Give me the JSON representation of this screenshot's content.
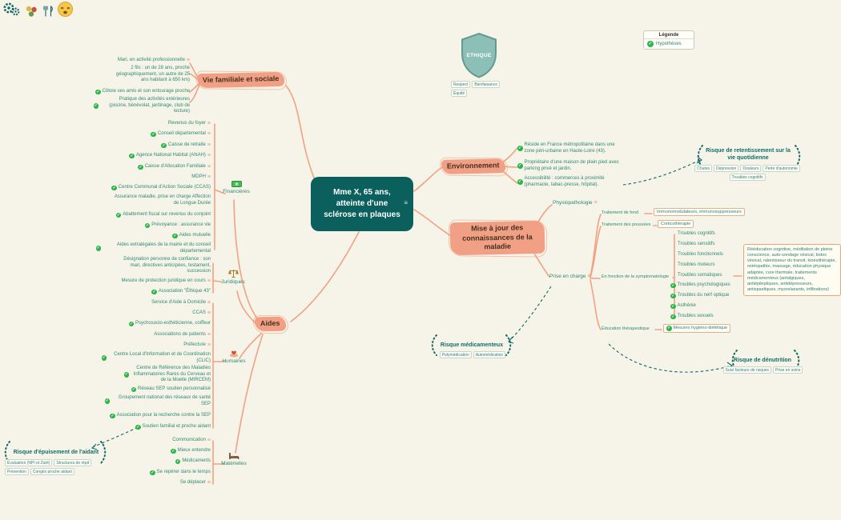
{
  "icons": {
    "check": "✓",
    "notes": "≡"
  },
  "legend": {
    "title": "Légende",
    "item": "Hypothèses"
  },
  "ethique": {
    "title": "ETHIQUE",
    "tags": [
      "Respect",
      "Bienfaisance",
      "Équité"
    ]
  },
  "central": {
    "title": "Mme X, 65 ans,\natteinte d'une\nsclérose en plaques"
  },
  "vie_familiale": {
    "label": "Vie familiale et sociale",
    "items": [
      "Mari, en activité professionnelle",
      "2 fils : un de 28 ans, proche géographiquement, un autre de 25 ans habitant à 650 km)",
      "Côtoie ses amis et son entourage proche",
      "Pratique des activités extérieures (piscine, bénévolat, jardinage, club de lecture)"
    ]
  },
  "environnement": {
    "label": "Environnement",
    "items": [
      "Réside en France métropolitaine dans une zone péri-urbaine en Haute-Loire (43).",
      "Propriétaire d'une maison de plain pied avec parking privé et jardin.",
      "Accessibilité : commerces à proximité (pharmacie, tabac-presse, hôpital)."
    ]
  },
  "maladie": {
    "label": "Mise à jour des connaissances de la maladie",
    "physiopathologie": "Physiopathologie",
    "prise_en_charge": "Prise en charge",
    "traitement_de_fond": {
      "label": "Traitement de fond",
      "value": "Immunomodulateurs, immunosuppresseurs"
    },
    "traitement_des_poussees": {
      "label": "Traitement des poussées",
      "value": "Corticothérapie"
    },
    "symptomatologie": {
      "label": "En fonction de la symptomatologie",
      "items": [
        "Troubles cognitifs",
        "Troubles sensitifs",
        "Troubles fonctionnels",
        "Troubles moteurs",
        "Troubles somatiques",
        "Troubles psychologiques",
        "Troubles du nerf optique",
        "Asthénie",
        "Troubles sexuels"
      ]
    },
    "note": "Rééducation cognitive, méditation de pleine conscience, auto-sondage vésical, botox vésical, ralentisseur du transit, kinésithérapie, ostéopathie, massage, éducation physique adaptée, cure thermale, traitements médicamenteux (antalgiques, antiépileptiques, antidépresseurs, antispastiques, myorelaxants, infiltrations)",
    "education": {
      "label": "Éducation thérapeutique",
      "value": "Mesures hygiéno-diététique"
    }
  },
  "aides": {
    "label": "Aides",
    "financieres": {
      "label": "Financières",
      "items": [
        "Revenus du foyer",
        "Conseil départemental",
        "Caisse de retraite",
        "Agence National Habitat (ANAH)",
        "Caisse d'Allocation Familiale",
        "MDPH",
        "Centre Communal d'Action Sociale (CCAS)",
        "Assurance maladie, prise en charge Affection de Longue Durée",
        "Abattement fiscal sur revenus du conjoint",
        "Prévoyance : assurance vie",
        "Aides mutuelle",
        "Aides extralégales de la mairie et du conseil départemental"
      ]
    },
    "juridiques": {
      "label": "Juridiques",
      "items": [
        "Désignation personne de confiance : son mari, directives anticipées, testament, succession",
        "Mesure de protection juridique en cours",
        "Association \"Éthique 43\""
      ]
    },
    "humaines": {
      "label": "Humaines",
      "items": [
        "Service d'Aide à Domicile",
        "CCAS",
        "Psychosocio-esthéticienne, coiffeur",
        "Associations de patients",
        "Préfecture",
        "Centre Local d'Information et de Coordination (CLIC)",
        "Centre de Référence des Maladies Inflammatoires Rares du Cerveau et de la Moelle (MIRCEM)",
        "Réseau SEP soutien personnalisé",
        "Groupement national des réseaux de santé SEP",
        "Association pour la recherche contre la SEP",
        "Soutien familial et proche aidant"
      ]
    },
    "materielles": {
      "label": "Matérielles",
      "items": [
        "Communication",
        "Mieux entendre",
        "Médicaments",
        "Se repérer dans le temps",
        "Se déplacer"
      ]
    }
  },
  "risques": {
    "retentissement": {
      "label": "Risque de retentissement sur la vie quotidienne",
      "tags": [
        "Chutes",
        "Dépression",
        "Douleurs",
        "Perte d'autonomie",
        "Troubles cognitifs"
      ]
    },
    "medicamenteux": {
      "label": "Risque médicamenteux",
      "tags": [
        "Polymédication",
        "Automédication"
      ]
    },
    "denutrition": {
      "label": "Risque de dénutrition",
      "tags": [
        "Suivi facteurs de risques",
        "Prise en soins"
      ]
    },
    "epuisement": {
      "label": "Risque d'épuisement de l'aidant",
      "tags": [
        "Évaluation (NPI et Zarit)",
        "Structures de répit",
        "Prévention",
        "Congés proche aidant"
      ]
    }
  }
}
